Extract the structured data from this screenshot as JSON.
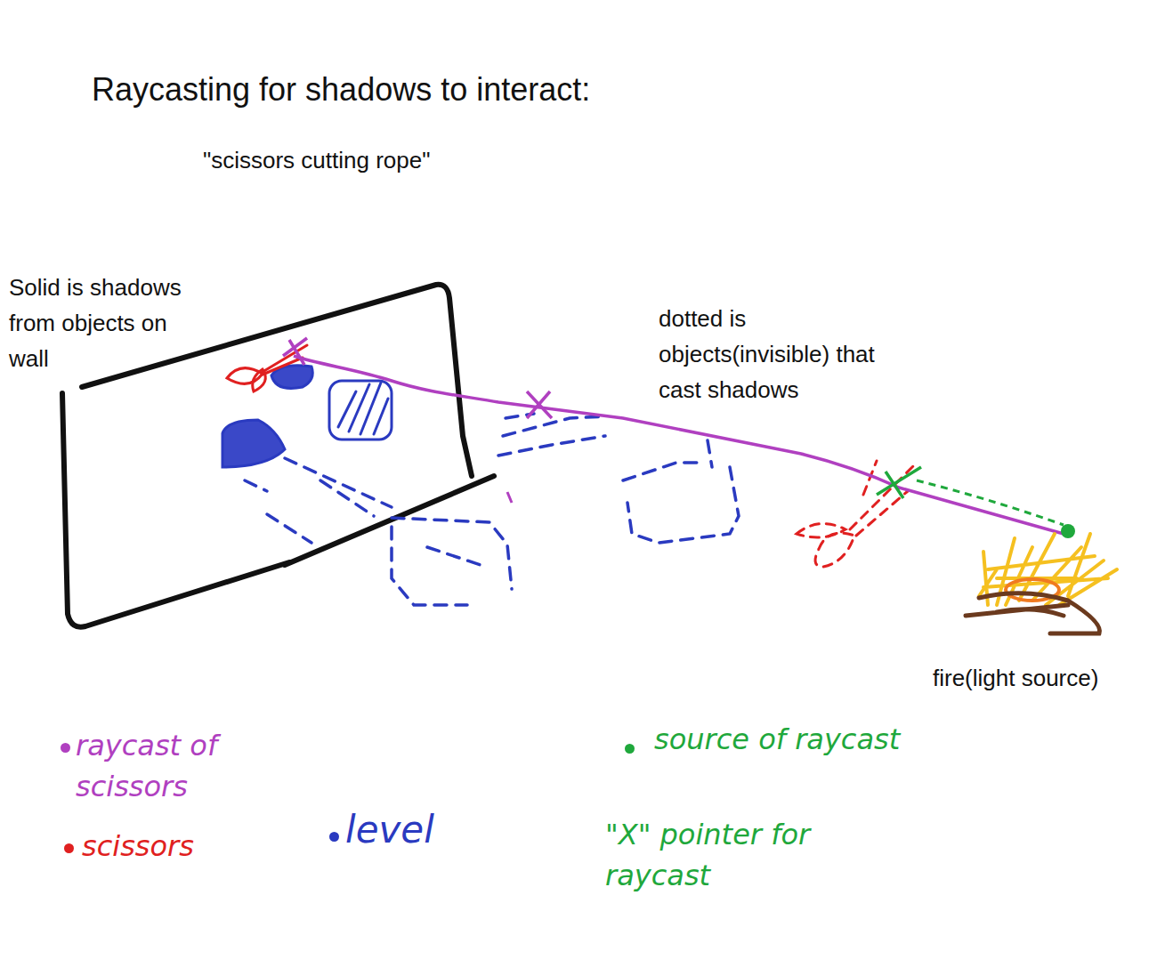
{
  "diagram": {
    "title": "Raycasting for shadows to interact:",
    "labels": [
      "\"scissors cutting rope\"",
      "Solid is shadows from objects on wall",
      "dotted is objects(invisible) that cast shadows",
      "fire(light source)"
    ],
    "legend": [
      {
        "text": "raycast of scissors",
        "color": "#b040c0"
      },
      {
        "text": "scissors",
        "color": "#e02020"
      },
      {
        "text": "level",
        "color": "#2a3ac0"
      },
      {
        "text": "source of raycast",
        "color": "#1fa83c"
      },
      {
        "text": "\"X\" pointer for raycast"
      }
    ]
  }
}
